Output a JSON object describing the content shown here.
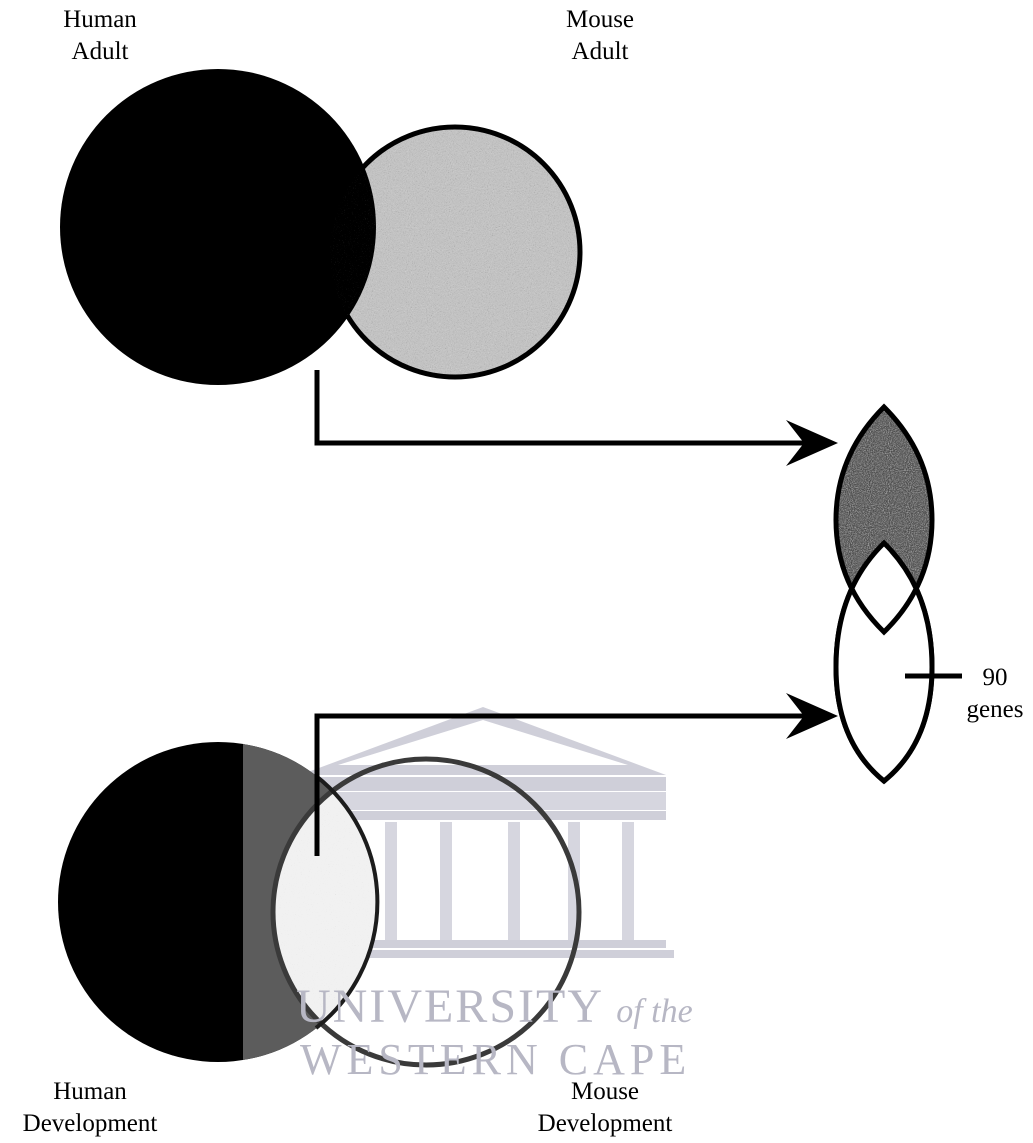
{
  "labels": {
    "human_adult": [
      "Human",
      "Adult"
    ],
    "mouse_adult": [
      "Mouse",
      "Adult"
    ],
    "human_development": [
      "Human",
      "Development"
    ],
    "mouse_development": [
      "Mouse",
      "Development"
    ],
    "intersection_count": [
      "90",
      "genes"
    ]
  },
  "watermark": {
    "line1_main": "UNIVERSITY",
    "line1_suffix": "of the",
    "line2": "WESTERN CAPE"
  },
  "colors": {
    "human_fill": "#000000",
    "mouse_adult_fill": "#c4c4c4",
    "outline": "#000000",
    "development_overlap_grey": "#5c5c5c",
    "watermark": "#b7b7c4"
  }
}
